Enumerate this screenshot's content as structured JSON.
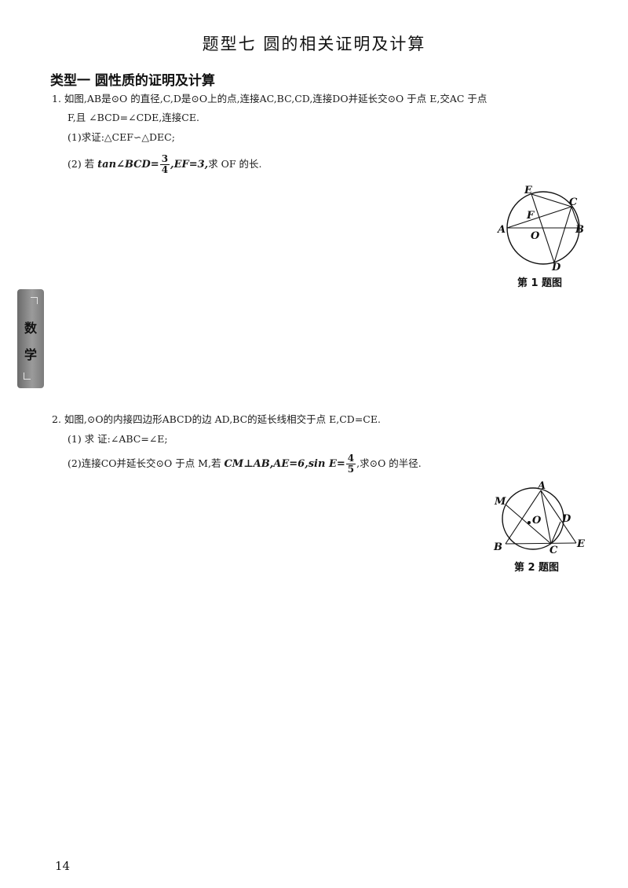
{
  "title": "题型七   圆的相关证明及计算",
  "section": "类型一   圆性质的证明及计算",
  "q1": {
    "line1": "1.  如图,AB是⊙O 的直径,C,D是⊙O上的点,连接AC,BC,CD,连接DO并延长交⊙O 于点 E,交AC 于点",
    "line2": "F,且 ∠BCD=∠CDE,连接CE.",
    "part1": "(1)求证:△CEF∽△DEC;",
    "part2_prefix": "(2) 若",
    "part2_tan": "tan∠BCD=",
    "part2_frac_num": "3",
    "part2_frac_den": "4",
    "part2_ef": ",EF=3,",
    "part2_suffix": "求 OF 的长.",
    "figure_labels": {
      "E": "E",
      "C": "C",
      "F": "F",
      "A": "A",
      "O": "O",
      "B": "B",
      "D": "D"
    },
    "caption": "第 1 题图"
  },
  "side_tab": {
    "c1": "数",
    "c2": "学"
  },
  "q2": {
    "line1": "2.  如图,⊙O的内接四边形ABCD的边 AD,BC的延长线相交于点 E,CD=CE.",
    "part1": "(1) 求 证:∠ABC=∠E;",
    "part2_prefix": "(2)连接CO并延长交⊙O 于点 M,若",
    "part2_cond": "CM⊥AB,AE=6,sin E=",
    "part2_frac_num": "4",
    "part2_frac_den": "5",
    "part2_suffix": ",求⊙O 的半径.",
    "figure_labels": {
      "M": "M",
      "A": "A",
      "O": "O",
      "D": "D",
      "B": "B",
      "C": "C",
      "E": "E"
    },
    "caption": "第 2 题图"
  },
  "page_number": "14"
}
